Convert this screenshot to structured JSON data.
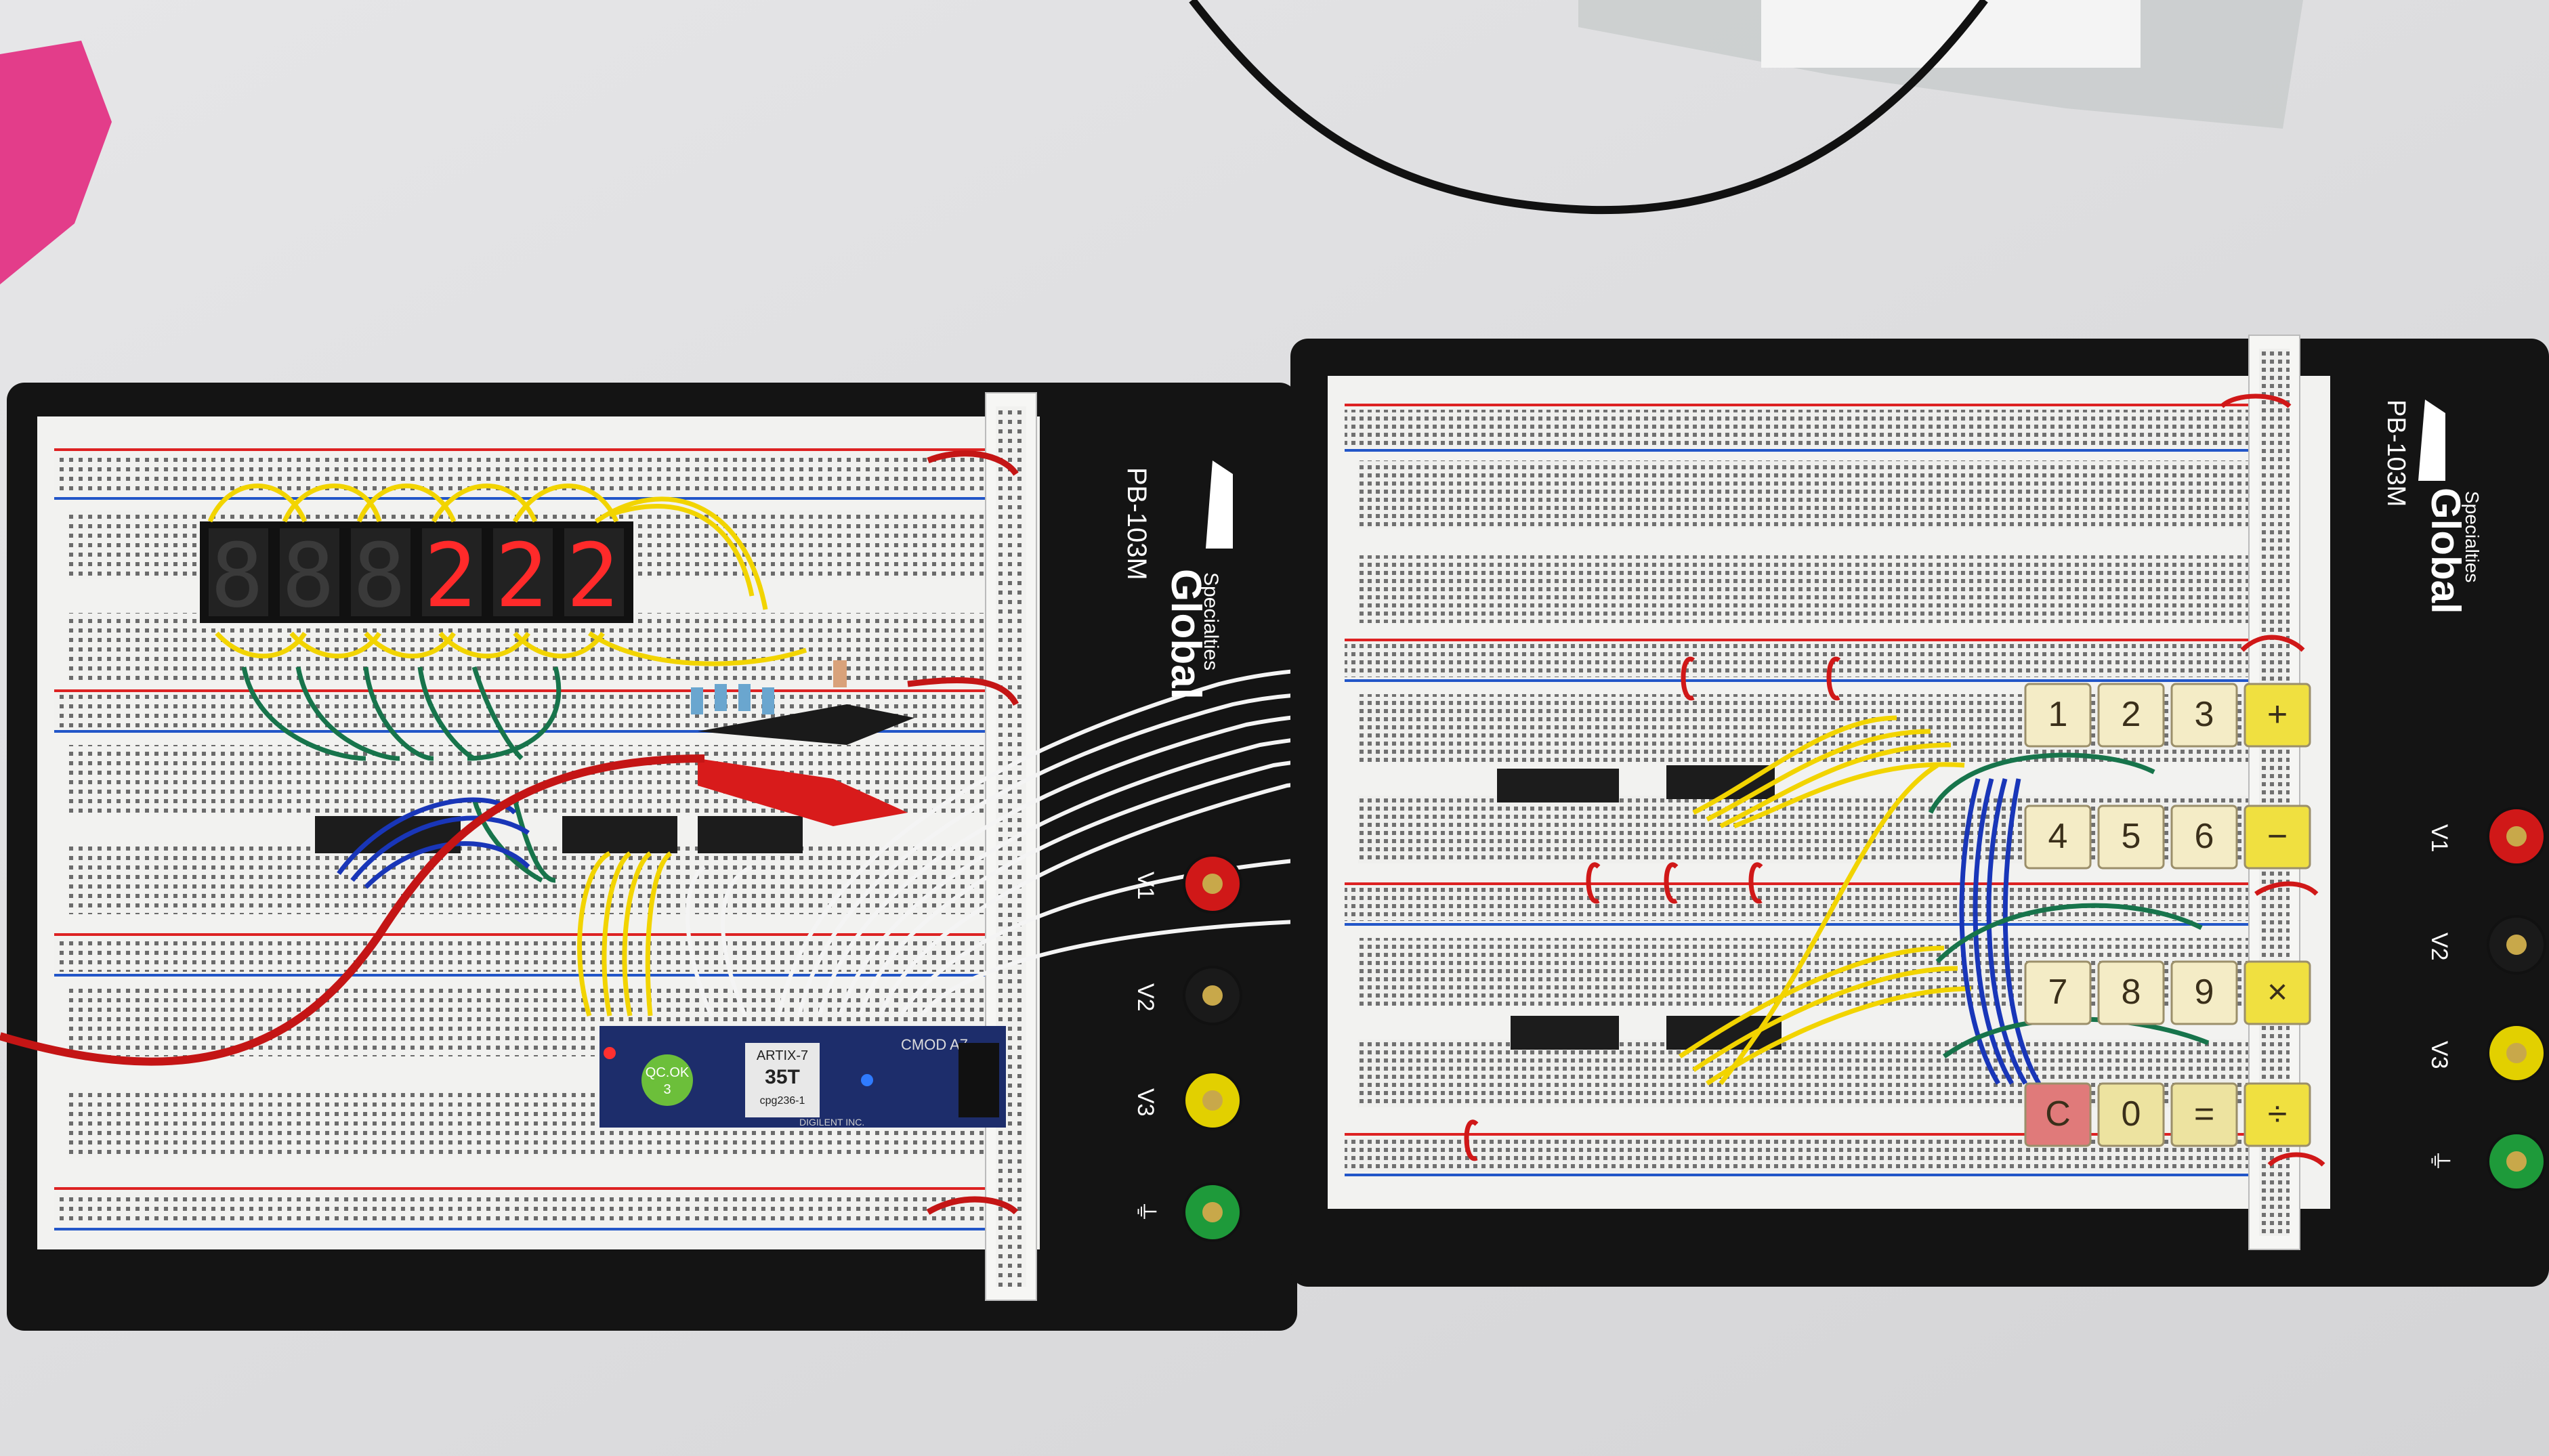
{
  "boards": [
    {
      "model": "PB-103M",
      "brand": "Global",
      "sub": "Specialties"
    },
    {
      "model": "PB-103M",
      "brand": "Global",
      "sub": "Specialties"
    }
  ],
  "display": {
    "digits": [
      "8",
      "8",
      "8",
      "2",
      "2",
      "2"
    ],
    "lit": [
      false,
      false,
      false,
      true,
      true,
      true
    ]
  },
  "fpga": {
    "chip": "ARTIX-7",
    "size": "35T",
    "pkg": "cpg236-1",
    "qc": "QC.OK",
    "qc_num": "3",
    "module": "CMOD A7",
    "maker": "DIGILENT INC."
  },
  "posts": [
    "V1",
    "V2",
    "V3",
    "⏚"
  ],
  "posts_colors": [
    "#d01818",
    "#1a1a1a",
    "#e2d000",
    "#1e9a3a"
  ],
  "keypad": {
    "rows": [
      [
        "1",
        "2",
        "3",
        "+"
      ],
      [
        "4",
        "5",
        "6",
        "−"
      ],
      [
        "7",
        "8",
        "9",
        "×"
      ],
      [
        "C",
        "0",
        "=",
        "÷"
      ]
    ]
  }
}
